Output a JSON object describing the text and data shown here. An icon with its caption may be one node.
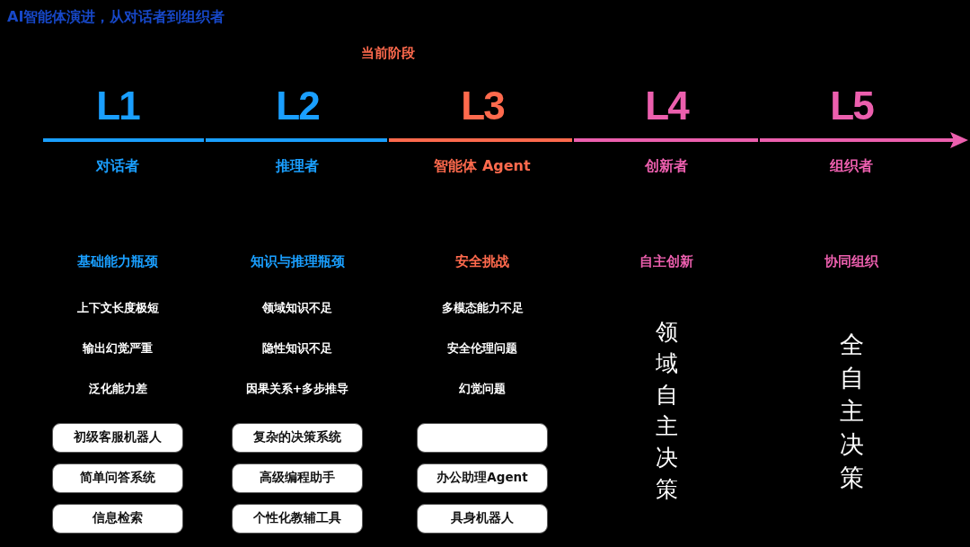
{
  "diagram": {
    "title": "AI智能体演进，从对话者到组织者",
    "nodes": [
      {
        "text": [
          "初级客服机器人"
        ]
      },
      {
        "text": [
          "简单问答系统"
        ]
      },
      {
        "text": [
          "信息检索"
        ]
      },
      {
        "text": [
          "复杂的决策系统"
        ]
      },
      {
        "text": [
          "高级编程助手"
        ]
      },
      {
        "text": [
          "个性化教辅工具"
        ]
      },
      {
        "text": [],
        "shape": "box"
      },
      {
        "text": [
          "办公助理Agent"
        ]
      },
      {
        "text": [
          "具身机器人"
        ]
      }
    ],
    "labels": [
      "当前阶段",
      "L1",
      "L2",
      "L3",
      "L4",
      "L5",
      "对话者",
      "推理者",
      "智能体 Agent",
      "创新者",
      "组织者",
      "基础能力瓶颈",
      "知识与推理瓶颈",
      "安全挑战",
      "自主创新",
      "协同组织",
      "上下文长度极短",
      "领域知识不足",
      "多模态能力不足",
      "输出幻觉严重",
      "隐性知识不足",
      "安全伦理问题",
      "泛化能力差",
      "因果关系+多步推导",
      "幻觉问题",
      "领域自主决策",
      "全自主决策"
    ]
  }
}
